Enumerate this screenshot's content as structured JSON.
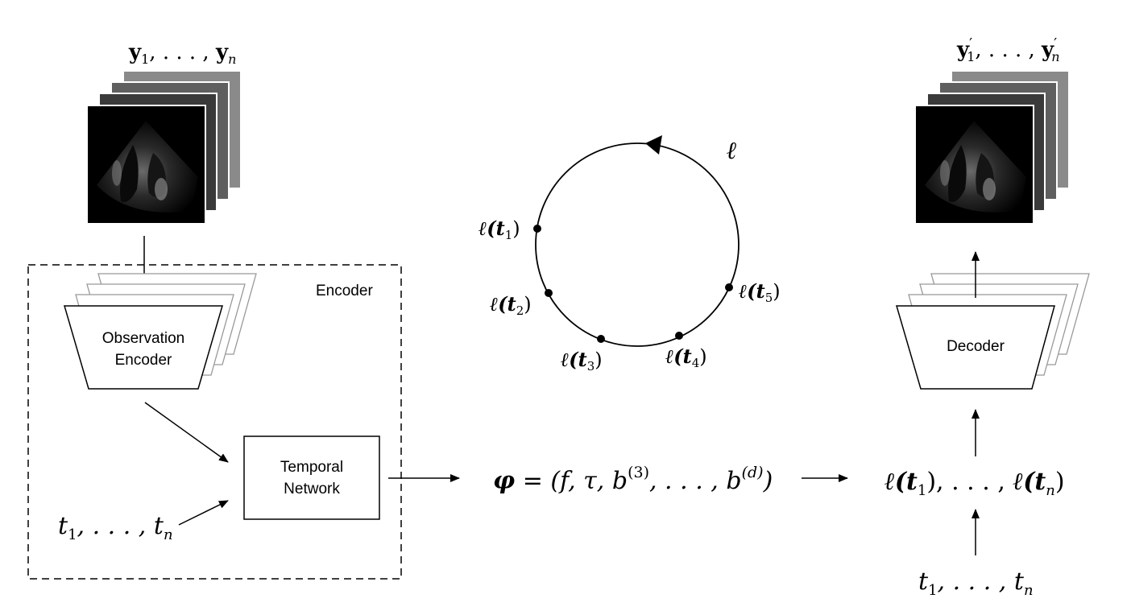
{
  "input_stack": {
    "label_main": "y",
    "label_sub1": "1",
    "label_mid": ", . . . , ",
    "label_subn": "n"
  },
  "output_stack": {
    "label_main": "y",
    "label_prime": "′",
    "label_sub1": "1",
    "label_mid": ", . . . , ",
    "label_subn": "n"
  },
  "encoder_box": {
    "title": "Encoder",
    "obs_encoder_line1": "Observation",
    "obs_encoder_line2": "Encoder",
    "temporal_line1": "Temporal",
    "temporal_line2": "Network",
    "time_input": "t",
    "time_input_sub1": "1",
    "time_input_mid": ", . . . , t",
    "time_input_subn": "n"
  },
  "decoder": {
    "label": "Decoder"
  },
  "loop": {
    "name": "ℓ",
    "points": [
      {
        "name": "ℓ(t",
        "sub": "1",
        "close": ")"
      },
      {
        "name": "ℓ(t",
        "sub": "2",
        "close": ")"
      },
      {
        "name": "ℓ(t",
        "sub": "3",
        "close": ")"
      },
      {
        "name": "ℓ(t",
        "sub": "4",
        "close": ")"
      },
      {
        "name": "ℓ(t",
        "sub": "5",
        "close": ")"
      }
    ]
  },
  "params": {
    "phi": "φ",
    "eq": " = (f, τ, b",
    "sup3": "(3)",
    "mid": ", . . . , b",
    "supd": "(d)",
    "close": ")"
  },
  "latent_sequence": {
    "part1": "ℓ(t",
    "sub1": "1",
    "part2": "), . . . , ",
    "part3": "ℓ(t",
    "subn": "n",
    "part4": ")"
  },
  "decoder_time_input": {
    "t": "t",
    "sub1": "1",
    "mid": ", . . . , t",
    "subn": "n"
  }
}
